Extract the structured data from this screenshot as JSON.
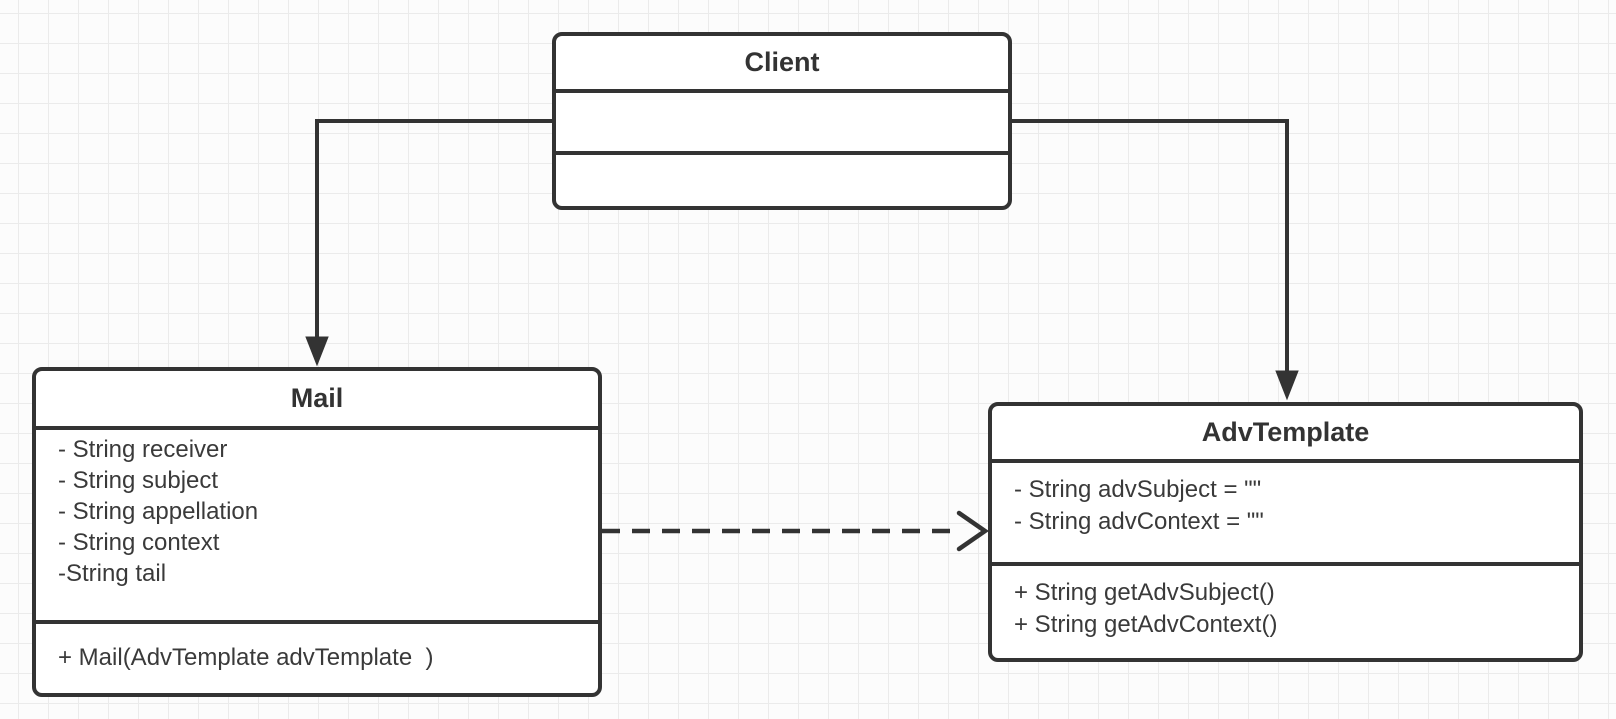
{
  "diagram": {
    "type": "uml-class-diagram",
    "classes": [
      {
        "id": "client",
        "name": "Client",
        "attributes": [],
        "methods": []
      },
      {
        "id": "mail",
        "name": "Mail",
        "attributes": [
          "- String receiver",
          "- String subject",
          "- String appellation",
          "- String context",
          "-String tail"
        ],
        "methods": [
          "+ Mail(AdvTemplate advTemplate  )"
        ]
      },
      {
        "id": "advtemplate",
        "name": "AdvTemplate",
        "attributes": [
          "- String advSubject = \"\"",
          "- String advContext = \"\""
        ],
        "methods": [
          "+ String getAdvSubject()",
          "+ String getAdvContext()"
        ]
      }
    ],
    "relationships": [
      {
        "source": "Client",
        "target": "Mail",
        "line": "solid",
        "arrowhead": "filled-triangle"
      },
      {
        "source": "Client",
        "target": "AdvTemplate",
        "line": "solid",
        "arrowhead": "filled-triangle"
      },
      {
        "source": "Mail",
        "target": "AdvTemplate",
        "line": "dashed",
        "arrowhead": "open"
      }
    ],
    "colors": {
      "stroke": "#333333",
      "box_fill": "#ffffff",
      "background": "#fcfcfc",
      "grid": "#ebebeb"
    }
  }
}
